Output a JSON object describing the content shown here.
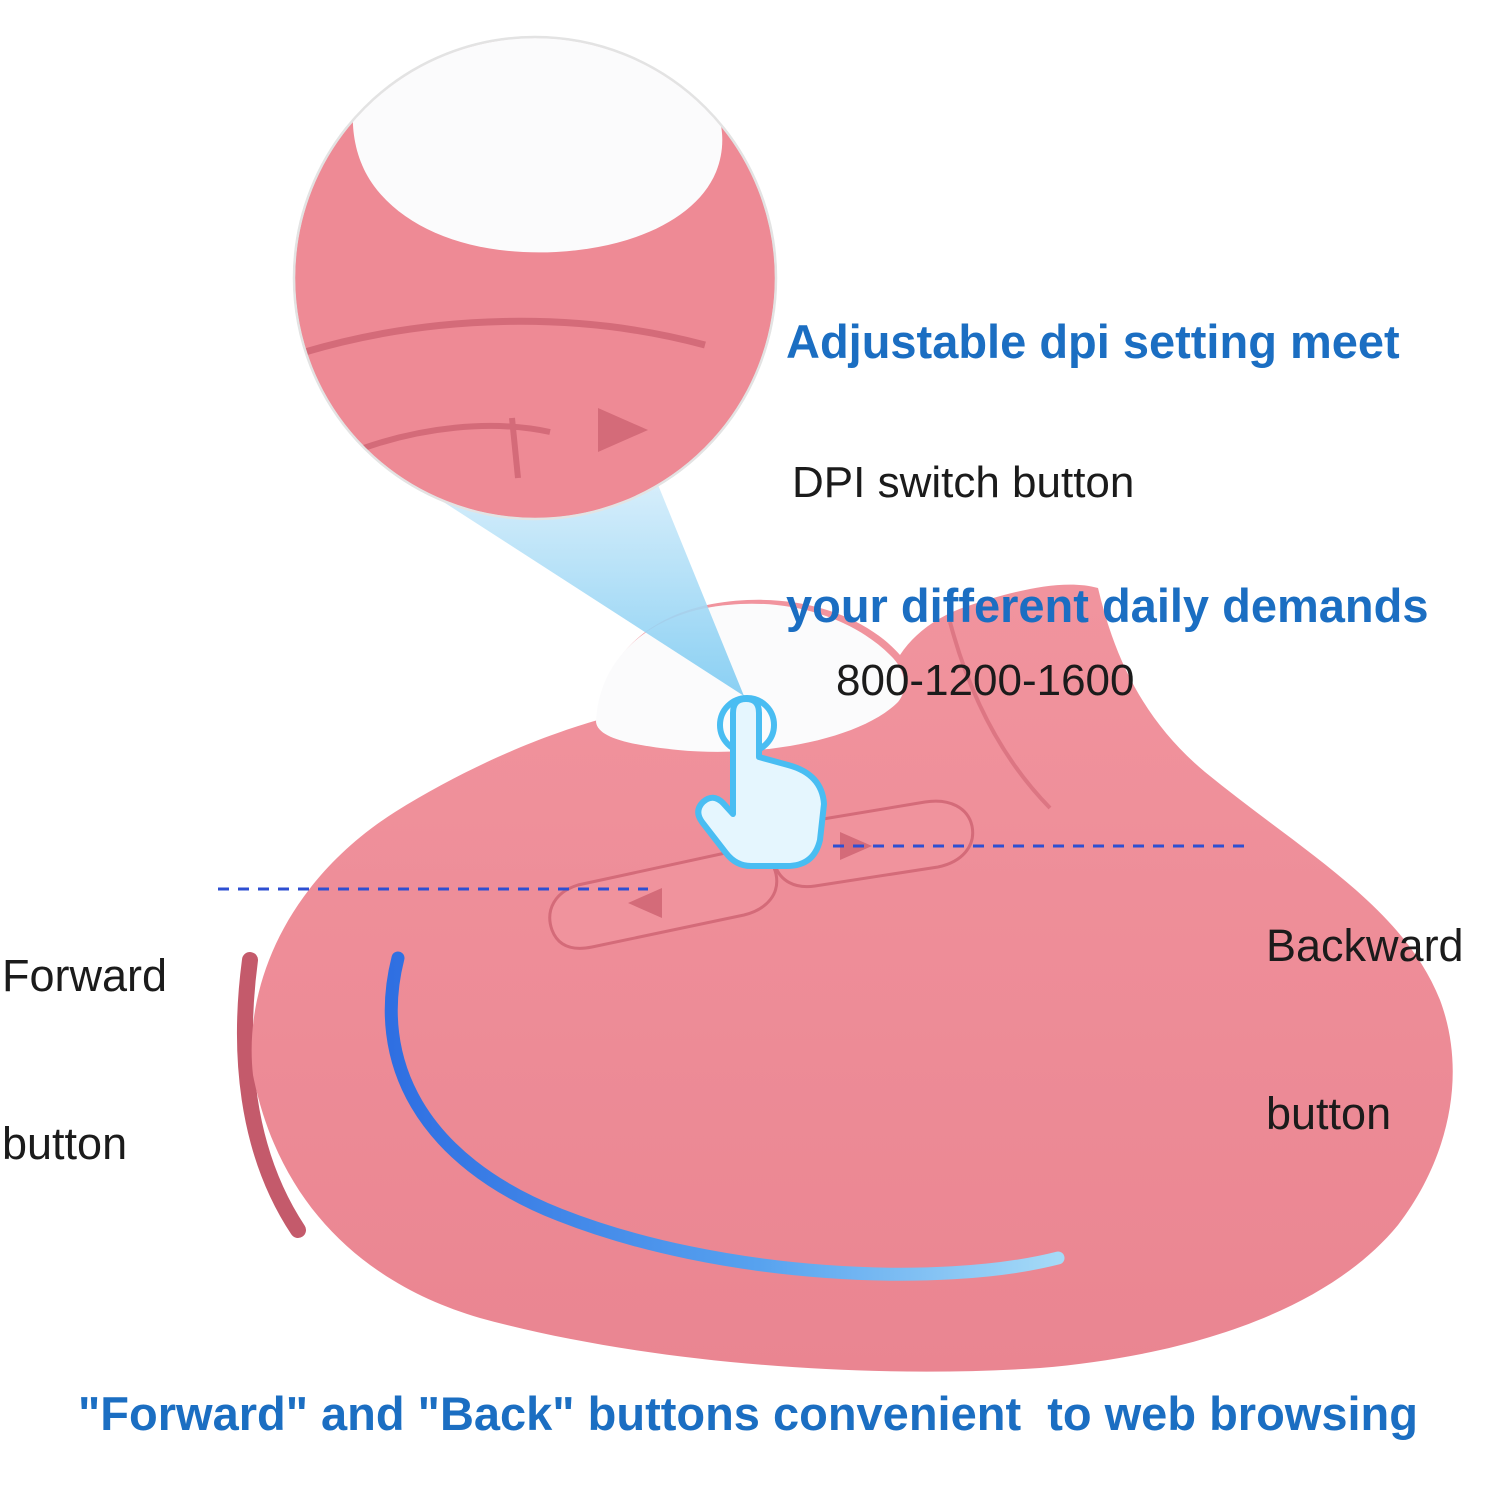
{
  "heading": {
    "line1": "Adjustable dpi setting meet",
    "line2": "your different daily demands"
  },
  "dpi_note": {
    "line1": "DPI switch button",
    "line2": "800-1200-1600"
  },
  "callouts": {
    "forward": {
      "line1": "Forward",
      "line2": "button"
    },
    "backward": {
      "line1": "Backward",
      "line2": "button"
    }
  },
  "footer": {
    "text": "\"Forward\" and \"Back\" buttons convenient  to web browsing"
  },
  "icons": {
    "touch_hand": "tap-hand-icon",
    "forward_triangle": "left-triangle-icon",
    "backward_triangle": "right-triangle-icon",
    "zoom_inset": "magnifier-circle-inset"
  },
  "colors": {
    "mouse_pink": "#ee8a95",
    "mouse_pink_dark": "#d46b79",
    "mouse_base_dark": "#c45a6b",
    "button_white": "#fbfbfc",
    "dash_blue": "#2e4fd2",
    "hand_blue": "#49bdf2",
    "heading_blue": "#1b6ec2",
    "text_black": "#1b1b1b",
    "led_blue_start": "#2f6fe2",
    "led_blue_end": "#a5daf7",
    "cone_blue_top": "#d7eefb",
    "cone_blue_bottom": "#7ecbf2"
  }
}
